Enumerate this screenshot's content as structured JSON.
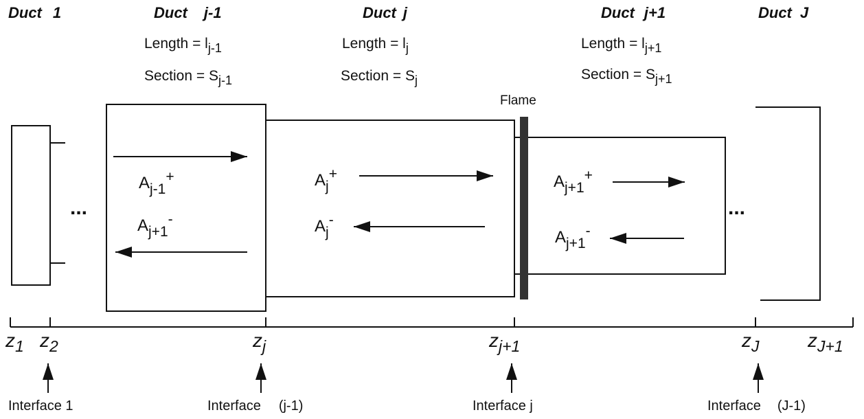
{
  "ducts": {
    "first": {
      "label": "Duct",
      "index": "1"
    },
    "prev": {
      "label": "Duct",
      "index": "j-1"
    },
    "current": {
      "label": "Duct",
      "index": "j"
    },
    "next": {
      "label": "Duct",
      "index": "j+1"
    },
    "last": {
      "label": "Duct",
      "index": "J"
    }
  },
  "properties": {
    "prev": {
      "length_prefix": "Length = l",
      "length_sub": "j-1",
      "section_prefix": "Section = S",
      "section_sub": "j-1"
    },
    "current": {
      "length_prefix": "Length = l",
      "length_sub": "j",
      "section_prefix": "Section = S",
      "section_sub": "j"
    },
    "next": {
      "length_prefix": "Length = l",
      "length_sub": "j+1",
      "section_prefix": "Section = S",
      "section_sub": "j+1"
    }
  },
  "flame_label": "Flame",
  "ellipsis": "...",
  "waves": {
    "prev_forward": {
      "base": "A",
      "sub": "j-1",
      "sup": "+"
    },
    "prev_backward": {
      "base": "A",
      "sub": "j+1",
      "sup": "-"
    },
    "current_forward": {
      "base": "A",
      "sub": "j",
      "sup": "+"
    },
    "current_backward": {
      "base": "A",
      "sub": "j",
      "sup": "-"
    },
    "next_forward": {
      "base": "A",
      "sub": "j+1",
      "sup": "+"
    },
    "next_backward": {
      "base": "A",
      "sub": "j+1",
      "sup": "-"
    }
  },
  "coordinates": {
    "z1": {
      "base": "z",
      "sub": "1"
    },
    "z2": {
      "base": "z",
      "sub": "2"
    },
    "zj": {
      "base": "z",
      "sub": "j"
    },
    "zj1": {
      "base": "z",
      "sub": "j+1"
    },
    "zJ": {
      "base": "z",
      "sub": "J"
    },
    "zJ1": {
      "base": "z",
      "sub": "J+1"
    }
  },
  "interfaces": {
    "first": {
      "text": "Interface 1"
    },
    "prev": {
      "text": "Interface",
      "index": "(j-1)"
    },
    "current": {
      "text": "Interface j"
    },
    "last": {
      "text": "Interface",
      "index": "(J-1)"
    }
  }
}
